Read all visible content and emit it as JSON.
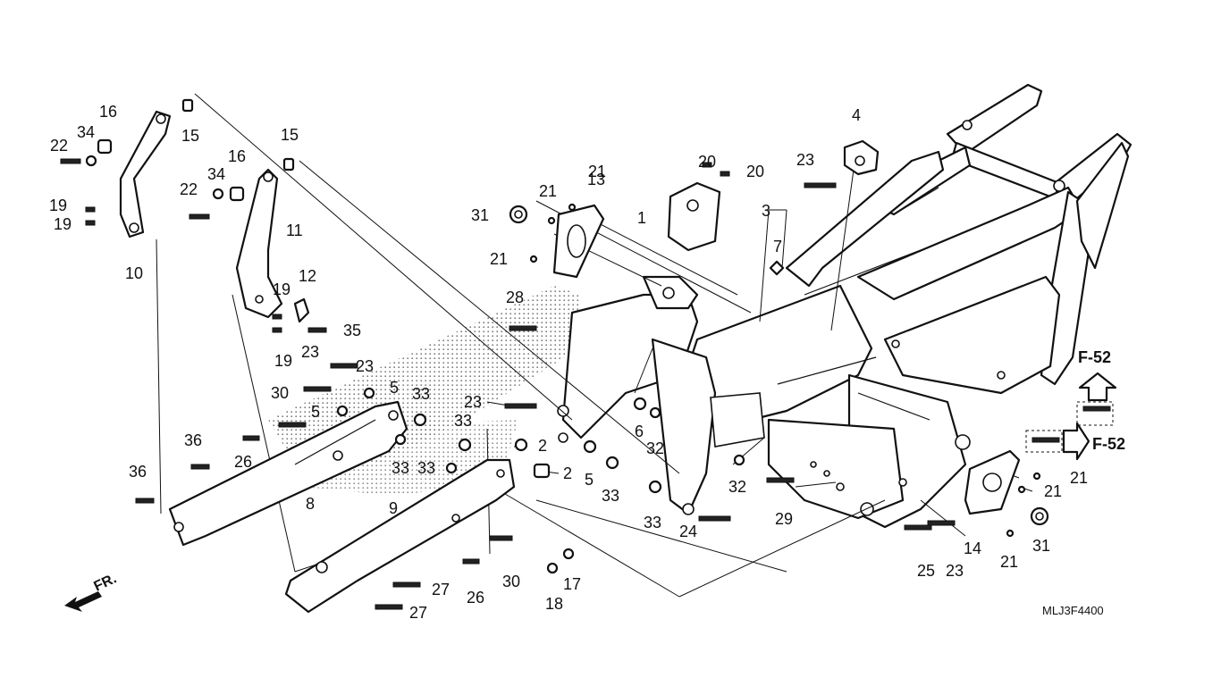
{
  "diagram": {
    "drawing_code": "MLJ3F4400",
    "direction_label": "FR.",
    "reference_labels": [
      "F-52",
      "F-52"
    ],
    "callouts": [
      {
        "id": "c1",
        "text": "1"
      },
      {
        "id": "c2a",
        "text": "2"
      },
      {
        "id": "c2b",
        "text": "2"
      },
      {
        "id": "c3",
        "text": "3"
      },
      {
        "id": "c4",
        "text": "4"
      },
      {
        "id": "c5a",
        "text": "5"
      },
      {
        "id": "c5b",
        "text": "5"
      },
      {
        "id": "c5c",
        "text": "5"
      },
      {
        "id": "c6",
        "text": "6"
      },
      {
        "id": "c7",
        "text": "7"
      },
      {
        "id": "c8",
        "text": "8"
      },
      {
        "id": "c9",
        "text": "9"
      },
      {
        "id": "c10",
        "text": "10"
      },
      {
        "id": "c11",
        "text": "11"
      },
      {
        "id": "c12",
        "text": "12"
      },
      {
        "id": "c13",
        "text": "13"
      },
      {
        "id": "c14",
        "text": "14"
      },
      {
        "id": "c15a",
        "text": "15"
      },
      {
        "id": "c15b",
        "text": "15"
      },
      {
        "id": "c16a",
        "text": "16"
      },
      {
        "id": "c16b",
        "text": "16"
      },
      {
        "id": "c17",
        "text": "17"
      },
      {
        "id": "c18",
        "text": "18"
      },
      {
        "id": "c19a",
        "text": "19"
      },
      {
        "id": "c19b",
        "text": "19"
      },
      {
        "id": "c19c",
        "text": "19"
      },
      {
        "id": "c19d",
        "text": "19"
      },
      {
        "id": "c20a",
        "text": "20"
      },
      {
        "id": "c20b",
        "text": "20"
      },
      {
        "id": "c21a",
        "text": "21"
      },
      {
        "id": "c21b",
        "text": "21"
      },
      {
        "id": "c21c",
        "text": "21"
      },
      {
        "id": "c21d",
        "text": "21"
      },
      {
        "id": "c21e",
        "text": "21"
      },
      {
        "id": "c21f",
        "text": "21"
      },
      {
        "id": "c22a",
        "text": "22"
      },
      {
        "id": "c22b",
        "text": "22"
      },
      {
        "id": "c23a",
        "text": "23"
      },
      {
        "id": "c23b",
        "text": "23"
      },
      {
        "id": "c23c",
        "text": "23"
      },
      {
        "id": "c23d",
        "text": "23"
      },
      {
        "id": "c23e",
        "text": "23"
      },
      {
        "id": "c24",
        "text": "24"
      },
      {
        "id": "c25",
        "text": "25"
      },
      {
        "id": "c26a",
        "text": "26"
      },
      {
        "id": "c26b",
        "text": "26"
      },
      {
        "id": "c27a",
        "text": "27"
      },
      {
        "id": "c27b",
        "text": "27"
      },
      {
        "id": "c28",
        "text": "28"
      },
      {
        "id": "c29",
        "text": "29"
      },
      {
        "id": "c30a",
        "text": "30"
      },
      {
        "id": "c30b",
        "text": "30"
      },
      {
        "id": "c31a",
        "text": "31"
      },
      {
        "id": "c31b",
        "text": "31"
      },
      {
        "id": "c32a",
        "text": "32"
      },
      {
        "id": "c32b",
        "text": "32"
      },
      {
        "id": "c33a",
        "text": "33"
      },
      {
        "id": "c33b",
        "text": "33"
      },
      {
        "id": "c33c",
        "text": "33"
      },
      {
        "id": "c33d",
        "text": "33"
      },
      {
        "id": "c33e",
        "text": "33"
      },
      {
        "id": "c34a",
        "text": "34"
      },
      {
        "id": "c34b",
        "text": "34"
      },
      {
        "id": "c35",
        "text": "35"
      },
      {
        "id": "c36a",
        "text": "36"
      },
      {
        "id": "c36b",
        "text": "36"
      }
    ]
  }
}
